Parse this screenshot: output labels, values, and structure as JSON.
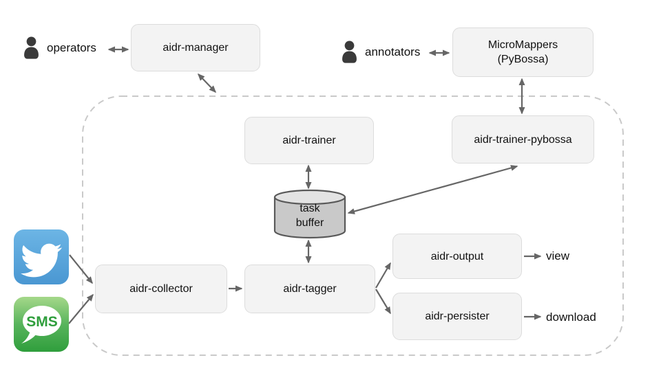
{
  "colors": {
    "box_fill": "#f3f3f3",
    "box_border": "#dcdcdc",
    "arrow": "#666666",
    "container_dash": "#c9c9c9",
    "cylinder_body": "#c9c9c9",
    "cylinder_top": "#e3e3e3",
    "cylinder_stroke": "#595959",
    "person": "#3a3a3a",
    "text": "#111111",
    "twitter_blue_top": "#6cb5e5",
    "twitter_blue_bottom": "#4a97d2",
    "sms_green_top": "#a5d88a",
    "sms_green_bottom": "#2f9e3c",
    "sms_text_green": "#2f9e3c"
  },
  "actors": {
    "operators": {
      "label": "operators",
      "icon": "person-icon"
    },
    "annotators": {
      "label": "annotators",
      "icon": "person-icon"
    }
  },
  "nodes": {
    "manager": {
      "label": "aidr-manager"
    },
    "micromappers": {
      "line1": "MicroMappers",
      "line2": "(PyBossa)"
    },
    "trainer": {
      "label": "aidr-trainer"
    },
    "trainer_pybossa": {
      "label": "aidr-trainer-pybossa"
    },
    "task_buffer": {
      "line1": "task",
      "line2": "buffer",
      "shape": "cylinder"
    },
    "collector": {
      "label": "aidr-collector"
    },
    "tagger": {
      "label": "aidr-tagger"
    },
    "output": {
      "label": "aidr-output"
    },
    "persister": {
      "label": "aidr-persister"
    }
  },
  "sources": {
    "twitter": {
      "icon": "twitter-icon"
    },
    "sms": {
      "icon": "sms-icon",
      "label": "SMS"
    }
  },
  "sinks": {
    "view": {
      "label": "view"
    },
    "download": {
      "label": "download"
    }
  },
  "edges": [
    {
      "id": "operators-manager",
      "from": "operators",
      "to": "manager",
      "bidirectional": true
    },
    {
      "id": "manager-platform",
      "from": "manager",
      "to": "platform-boundary",
      "bidirectional": true
    },
    {
      "id": "annotators-micromappers",
      "from": "annotators",
      "to": "micromappers",
      "bidirectional": true
    },
    {
      "id": "micromappers-trainer-pybossa",
      "from": "micromappers",
      "to": "trainer_pybossa",
      "bidirectional": true
    },
    {
      "id": "trainer-task-buffer",
      "from": "trainer",
      "to": "task_buffer",
      "bidirectional": true
    },
    {
      "id": "trainer-pybossa-task-buffer",
      "from": "trainer_pybossa",
      "to": "task_buffer",
      "bidirectional": true
    },
    {
      "id": "task-buffer-tagger",
      "from": "task_buffer",
      "to": "tagger",
      "bidirectional": true
    },
    {
      "id": "twitter-collector",
      "from": "twitter",
      "to": "collector",
      "bidirectional": false
    },
    {
      "id": "sms-collector",
      "from": "sms",
      "to": "collector",
      "bidirectional": false
    },
    {
      "id": "collector-tagger",
      "from": "collector",
      "to": "tagger",
      "bidirectional": false
    },
    {
      "id": "tagger-output",
      "from": "tagger",
      "to": "output",
      "bidirectional": false
    },
    {
      "id": "tagger-persister",
      "from": "tagger",
      "to": "persister",
      "bidirectional": false
    },
    {
      "id": "output-view",
      "from": "output",
      "to": "view",
      "bidirectional": false
    },
    {
      "id": "persister-download",
      "from": "persister",
      "to": "download",
      "bidirectional": false
    }
  ]
}
